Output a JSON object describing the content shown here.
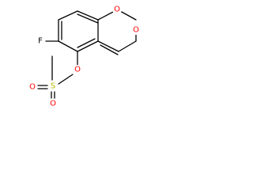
{
  "molecule": {
    "atoms": {
      "fluorine": {
        "symbol": "F",
        "color": "#000000"
      },
      "ring_oxygen": {
        "symbol": "O",
        "color": "#ff0000"
      },
      "carbonyl_oxygen": {
        "symbol": "O",
        "color": "#ff0000"
      },
      "ester_oxygen": {
        "symbol": "O",
        "color": "#ff0000"
      },
      "sulfur": {
        "symbol": "S",
        "color": "#b8b800"
      },
      "sulfonyl_oxygen_left": {
        "symbol": "O",
        "color": "#ff0000"
      },
      "sulfonyl_oxygen_bottom": {
        "symbol": "O",
        "color": "#ff0000"
      }
    }
  }
}
